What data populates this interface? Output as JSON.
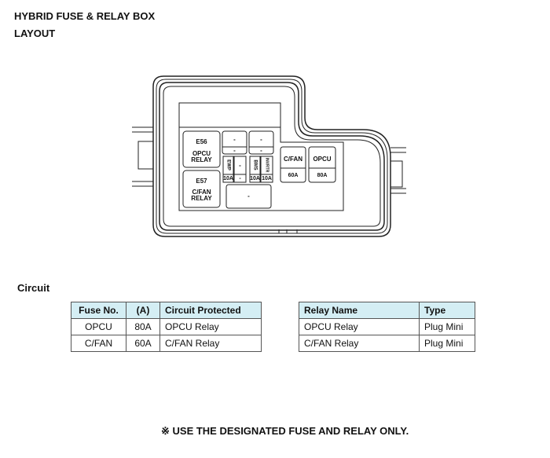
{
  "title_line1": "HYBRID FUSE & RELAY BOX",
  "title_line2": "LAYOUT",
  "diagram": {
    "e56_code": "E56",
    "e56_name": "OPCU RELAY",
    "e57_code": "E57",
    "e57_name": "C/FAN RELAY",
    "mini1_top": "-",
    "mini1_bot": "-",
    "mini2_top": "-",
    "mini2_bot": "-",
    "ewp": "EWP",
    "ewp_amp": "10A",
    "blank": "-",
    "blank_amp": "-",
    "bms": "BMS",
    "bms_amp": "10A",
    "invrtr": "INVRTR",
    "invrtr_amp": "10A",
    "bottom": "-",
    "cfan": "C/FAN",
    "cfan_amp": "60A",
    "opcu": "OPCU",
    "opcu_amp": "80A"
  },
  "circuit_heading": "Circuit",
  "fuse_table": {
    "headers": [
      "Fuse No.",
      "(A)",
      "Circuit Protected"
    ],
    "rows": [
      [
        "OPCU",
        "80A",
        "OPCU Relay"
      ],
      [
        "C/FAN",
        "60A",
        "C/FAN Relay"
      ]
    ]
  },
  "relay_table": {
    "headers": [
      "Relay Name",
      "Type"
    ],
    "rows": [
      [
        "OPCU Relay",
        "Plug Mini"
      ],
      [
        "C/FAN Relay",
        "Plug Mini"
      ]
    ]
  },
  "footer": "※ USE THE DESIGNATED FUSE AND RELAY ONLY."
}
